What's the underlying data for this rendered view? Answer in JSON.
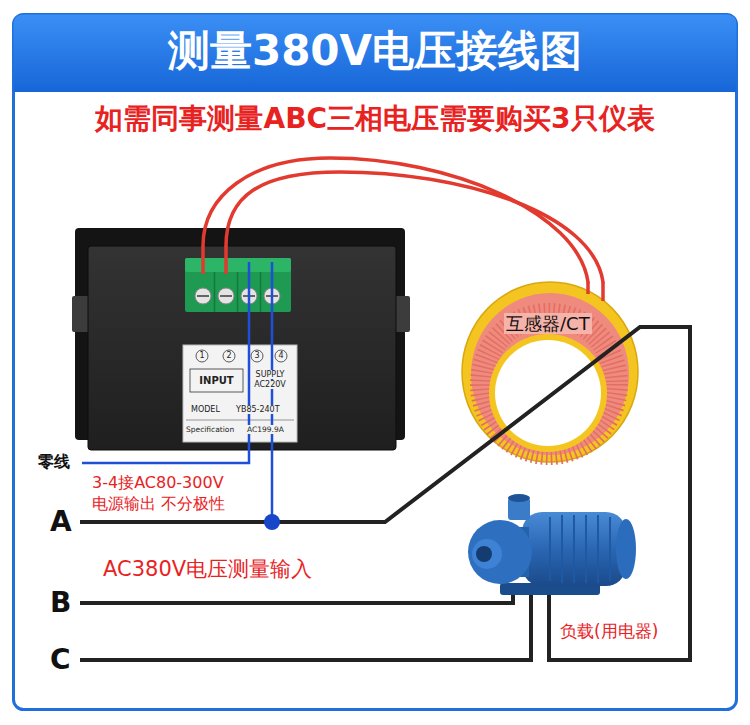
{
  "diagram": {
    "title": "测量380V电压接线图",
    "nodes": [
      {
        "text": [
          "1",
          "2",
          "3",
          "4",
          "INPUT",
          "SUPPLY AC220V",
          "MODEL",
          "YB85-240T",
          "Specification",
          "AC199.9A"
        ]
      },
      {
        "text": [
          "互感器/CT"
        ]
      }
    ],
    "edges": [
      {
        "from": 0,
        "to": 1,
        "arrow": "none"
      },
      {
        "from": 0,
        "to": 1,
        "arrow": "none"
      }
    ],
    "labels": [
      "如需同事测量ABC三相电压需要购买3只仪表",
      "零线",
      "3-4接AC80-300V 电源输出 不分极性",
      "A",
      "AC380V电压测量输入",
      "B",
      "C",
      "负载(用电器)"
    ]
  }
}
